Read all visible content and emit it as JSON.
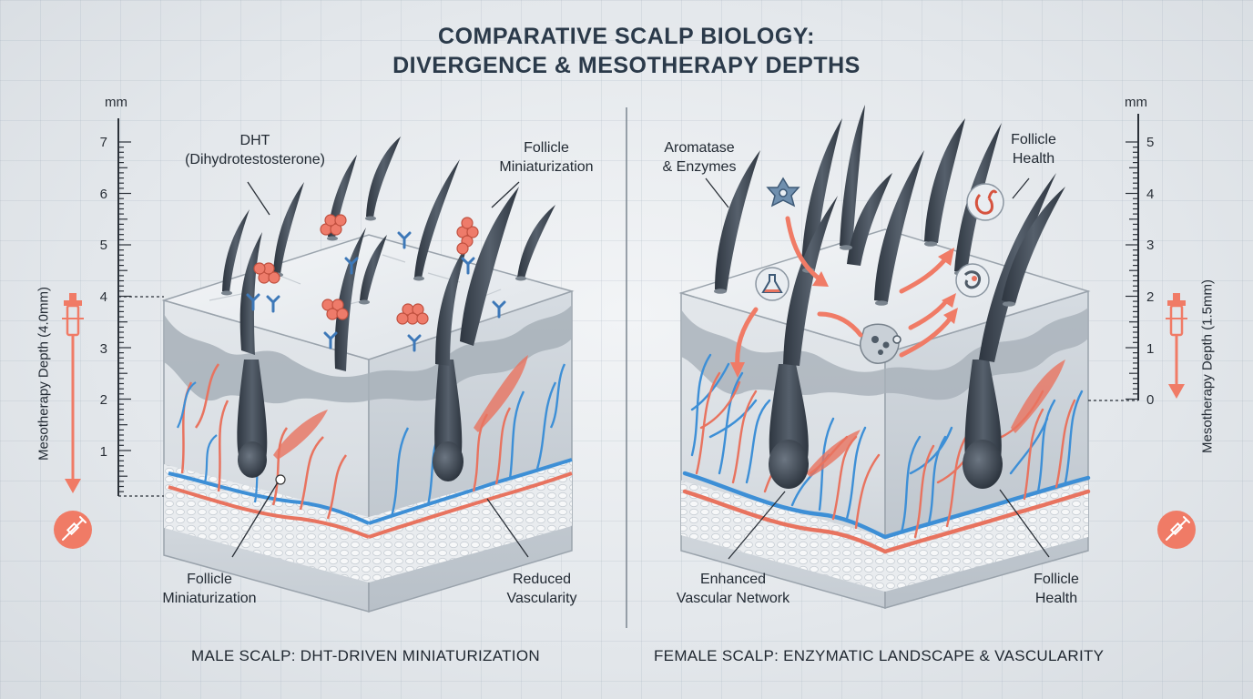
{
  "title": {
    "line1": "COMPARATIVE SCALP BIOLOGY:",
    "line2": "DIVERGENCE & MESOTHERAPY DEPTHS"
  },
  "left_panel": {
    "caption": "MALE SCALP: DHT-DRIVEN MINIATURIZATION",
    "labels": {
      "dht_line1": "DHT",
      "dht_line2": "(Dihydrotestosterone)",
      "follicle_top_line1": "Follicle",
      "follicle_top_line2": "Miniaturization",
      "follicle_bottom_line1": "Follicle",
      "follicle_bottom_line2": "Miniaturization",
      "vascularity_line1": "Reduced",
      "vascularity_line2": "Vascularity"
    },
    "scale": {
      "unit": "mm",
      "ticks": [
        "7",
        "6",
        "5",
        "4",
        "3",
        "2",
        "1"
      ],
      "depth_label": "Mesotherapy Depth (4.0mm)"
    }
  },
  "right_panel": {
    "caption": "FEMALE SCALP: ENZYMATIC LANDSCAPE & VASCULARITY",
    "labels": {
      "aromatase_line1": "Aromatase",
      "aromatase_line2": "& Enzymes",
      "follicle_top_line1": "Follicle",
      "follicle_top_line2": "Health",
      "network_line1": "Enhanced",
      "network_line2": "Vascular Network",
      "follicle_bottom_line1": "Follicle",
      "follicle_bottom_line2": "Health"
    },
    "scale": {
      "unit": "mm",
      "ticks": [
        "5",
        "4",
        "3",
        "2",
        "1",
        "0"
      ],
      "depth_label": "Mesotherapy Depth (1.5mm)"
    }
  },
  "colors": {
    "artery": "#e8735f",
    "vein": "#3d8fd6",
    "hair": "#3b4450",
    "accent": "#f0705a",
    "skin_top": "#eef1f4",
    "skin_side": "#d5dbe1"
  },
  "icons": [
    "syringe-icon",
    "molecule-icon",
    "receptor-icon",
    "enzyme-icon",
    "flask-icon",
    "follicle-icon"
  ]
}
